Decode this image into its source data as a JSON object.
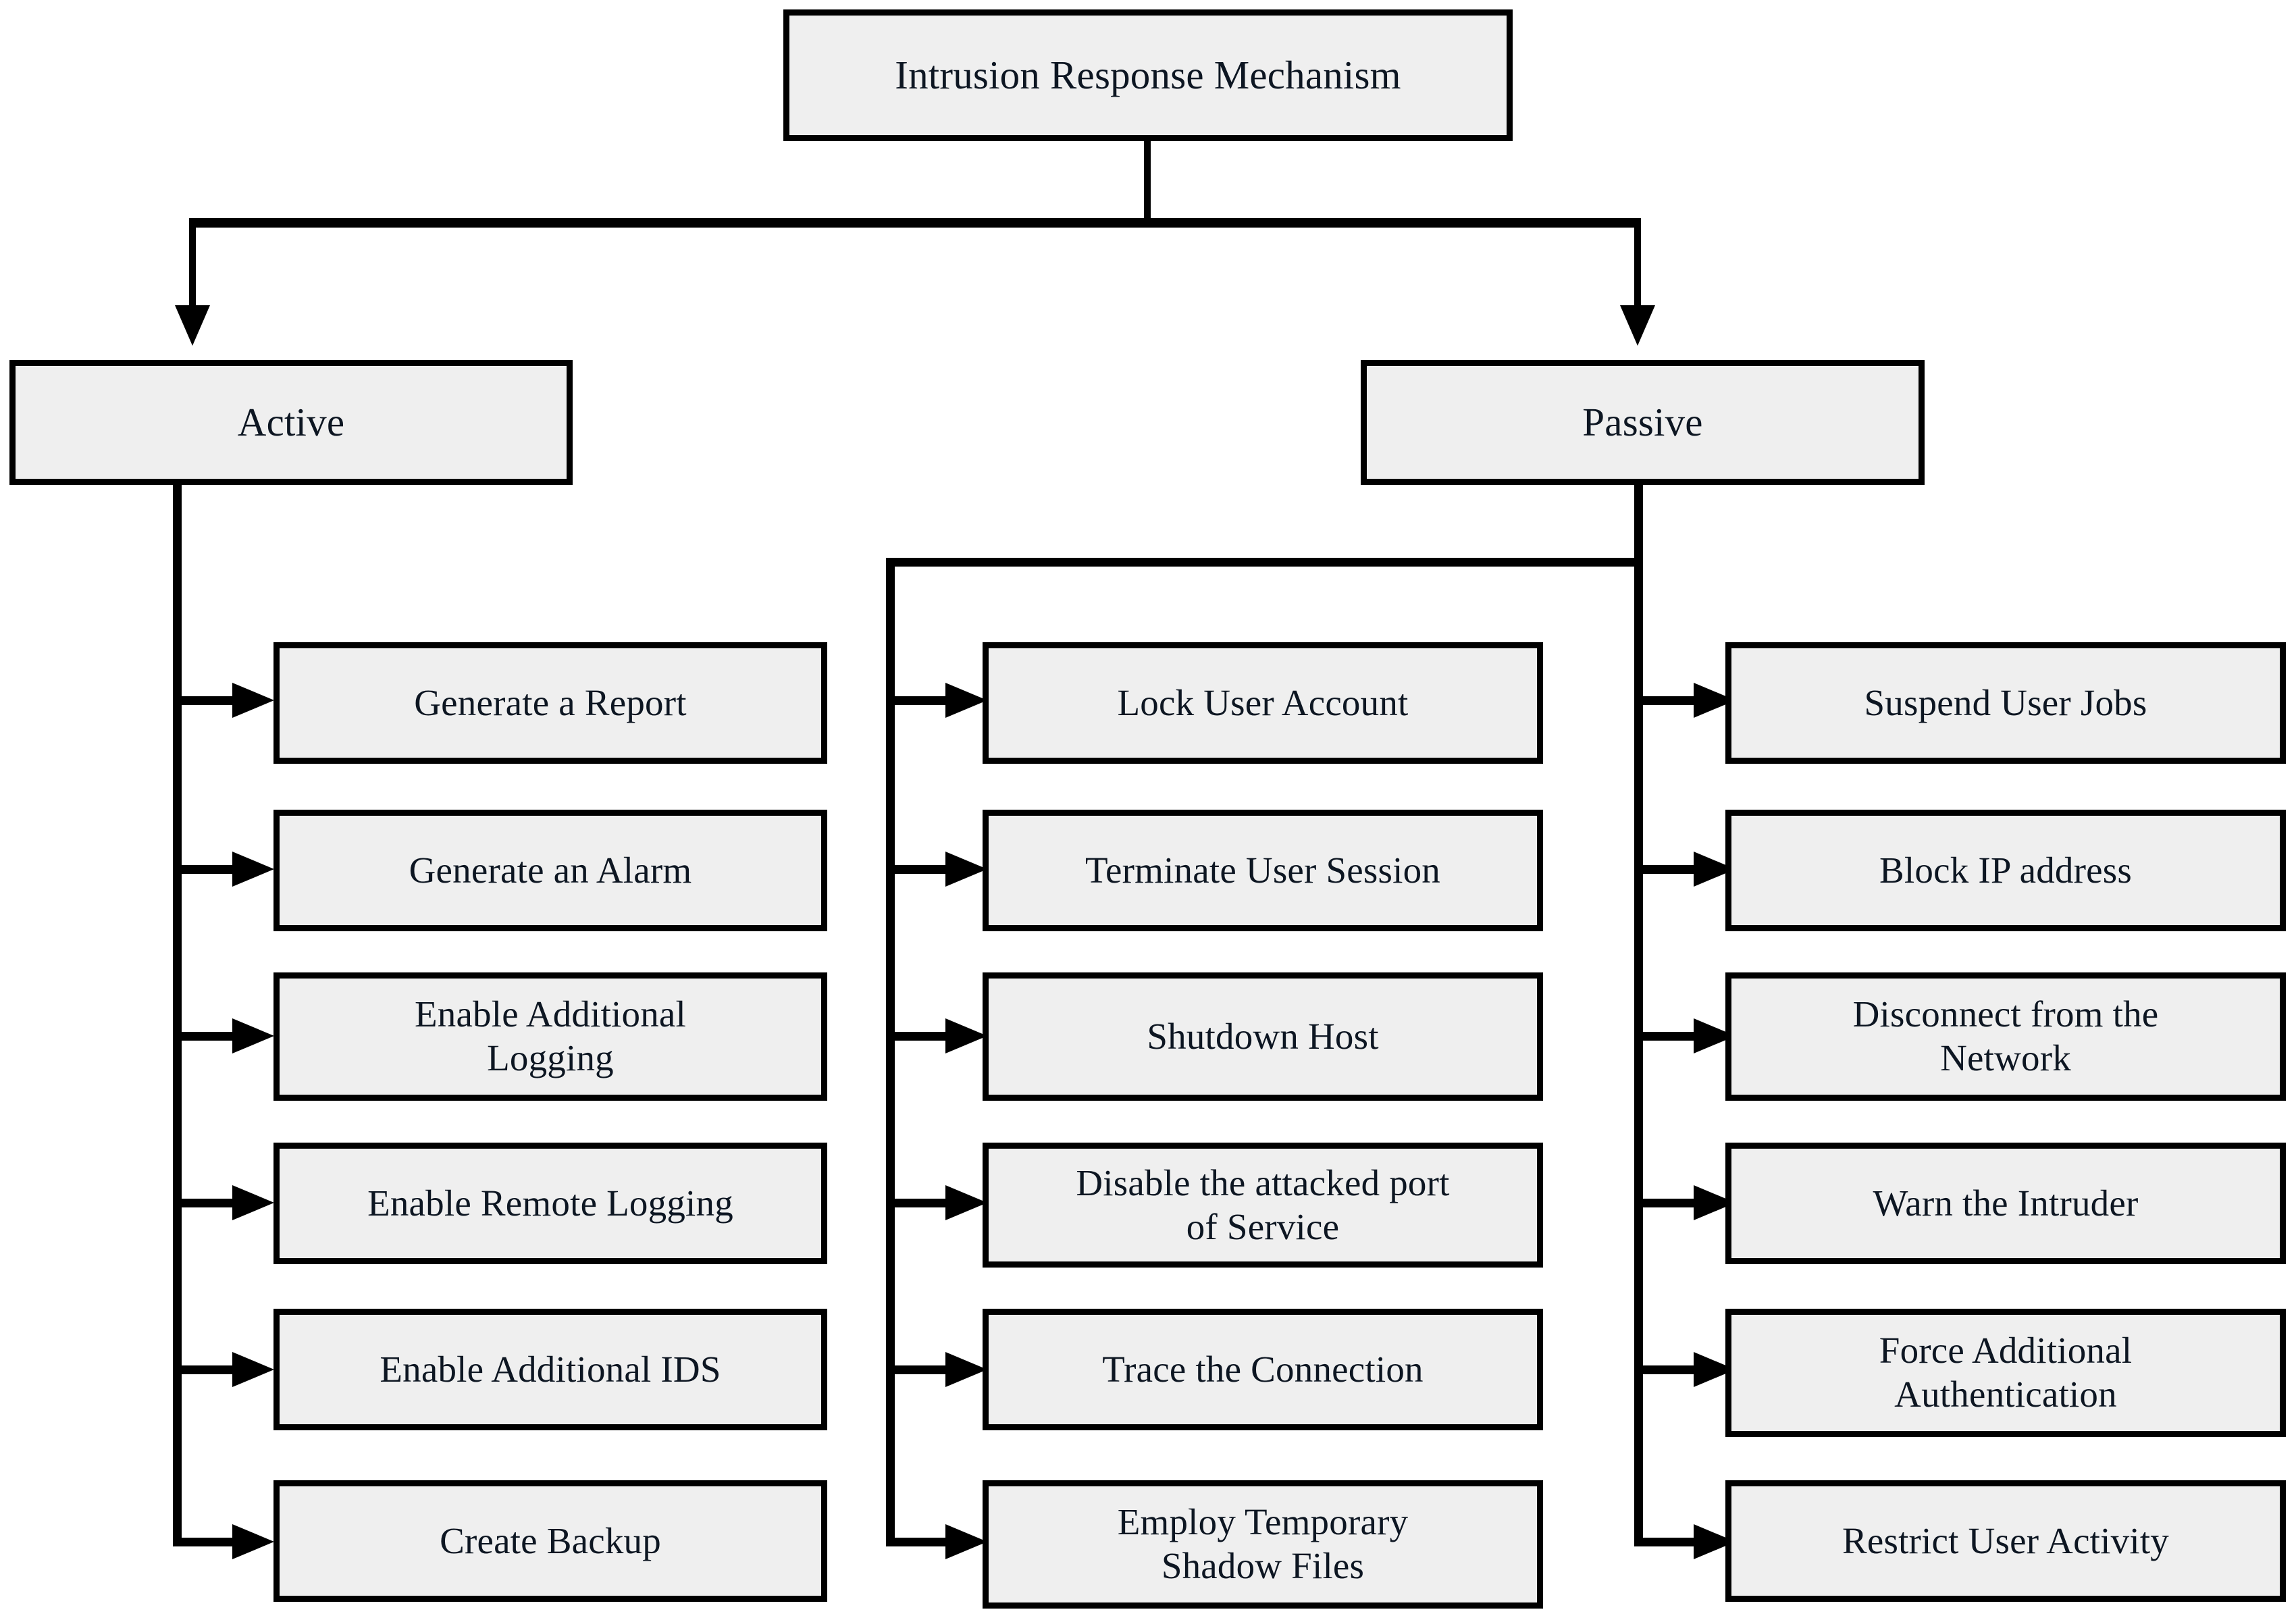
{
  "diagram": {
    "type": "hierarchy-tree",
    "orientation": "top-down",
    "root": {
      "label": "Intrusion Response Mechanism"
    },
    "branches": [
      {
        "id": "active",
        "label": "Active"
      },
      {
        "id": "passive",
        "label": "Passive"
      }
    ],
    "columns": [
      {
        "id": "active-actions",
        "parent": "Active",
        "items": [
          {
            "label": "Generate a Report"
          },
          {
            "label": "Generate an Alarm"
          },
          {
            "label": "Enable Additional\nLogging"
          },
          {
            "label": "Enable Remote Logging"
          },
          {
            "label": "Enable Additional IDS"
          },
          {
            "label": "Create Backup"
          }
        ]
      },
      {
        "id": "passive-actions-left",
        "parent": "Passive",
        "items": [
          {
            "label": "Lock User Account"
          },
          {
            "label": "Terminate User Session"
          },
          {
            "label": "Shutdown Host"
          },
          {
            "label": "Disable the attacked port\nof Service"
          },
          {
            "label": "Trace the Connection"
          },
          {
            "label": "Employ Temporary\nShadow Files"
          }
        ]
      },
      {
        "id": "passive-actions-right",
        "parent": "Passive",
        "items": [
          {
            "label": "Suspend User Jobs"
          },
          {
            "label": "Block IP address"
          },
          {
            "label": "Disconnect from the\nNetwork"
          },
          {
            "label": "Warn the Intruder"
          },
          {
            "label": "Force Additional\nAuthentication"
          },
          {
            "label": "Restrict User Activity"
          }
        ]
      }
    ],
    "colors": {
      "node_fill": "#efefef",
      "node_border": "#000000",
      "text": "#0d1622",
      "connector": "#000000",
      "background": "#ffffff"
    }
  }
}
